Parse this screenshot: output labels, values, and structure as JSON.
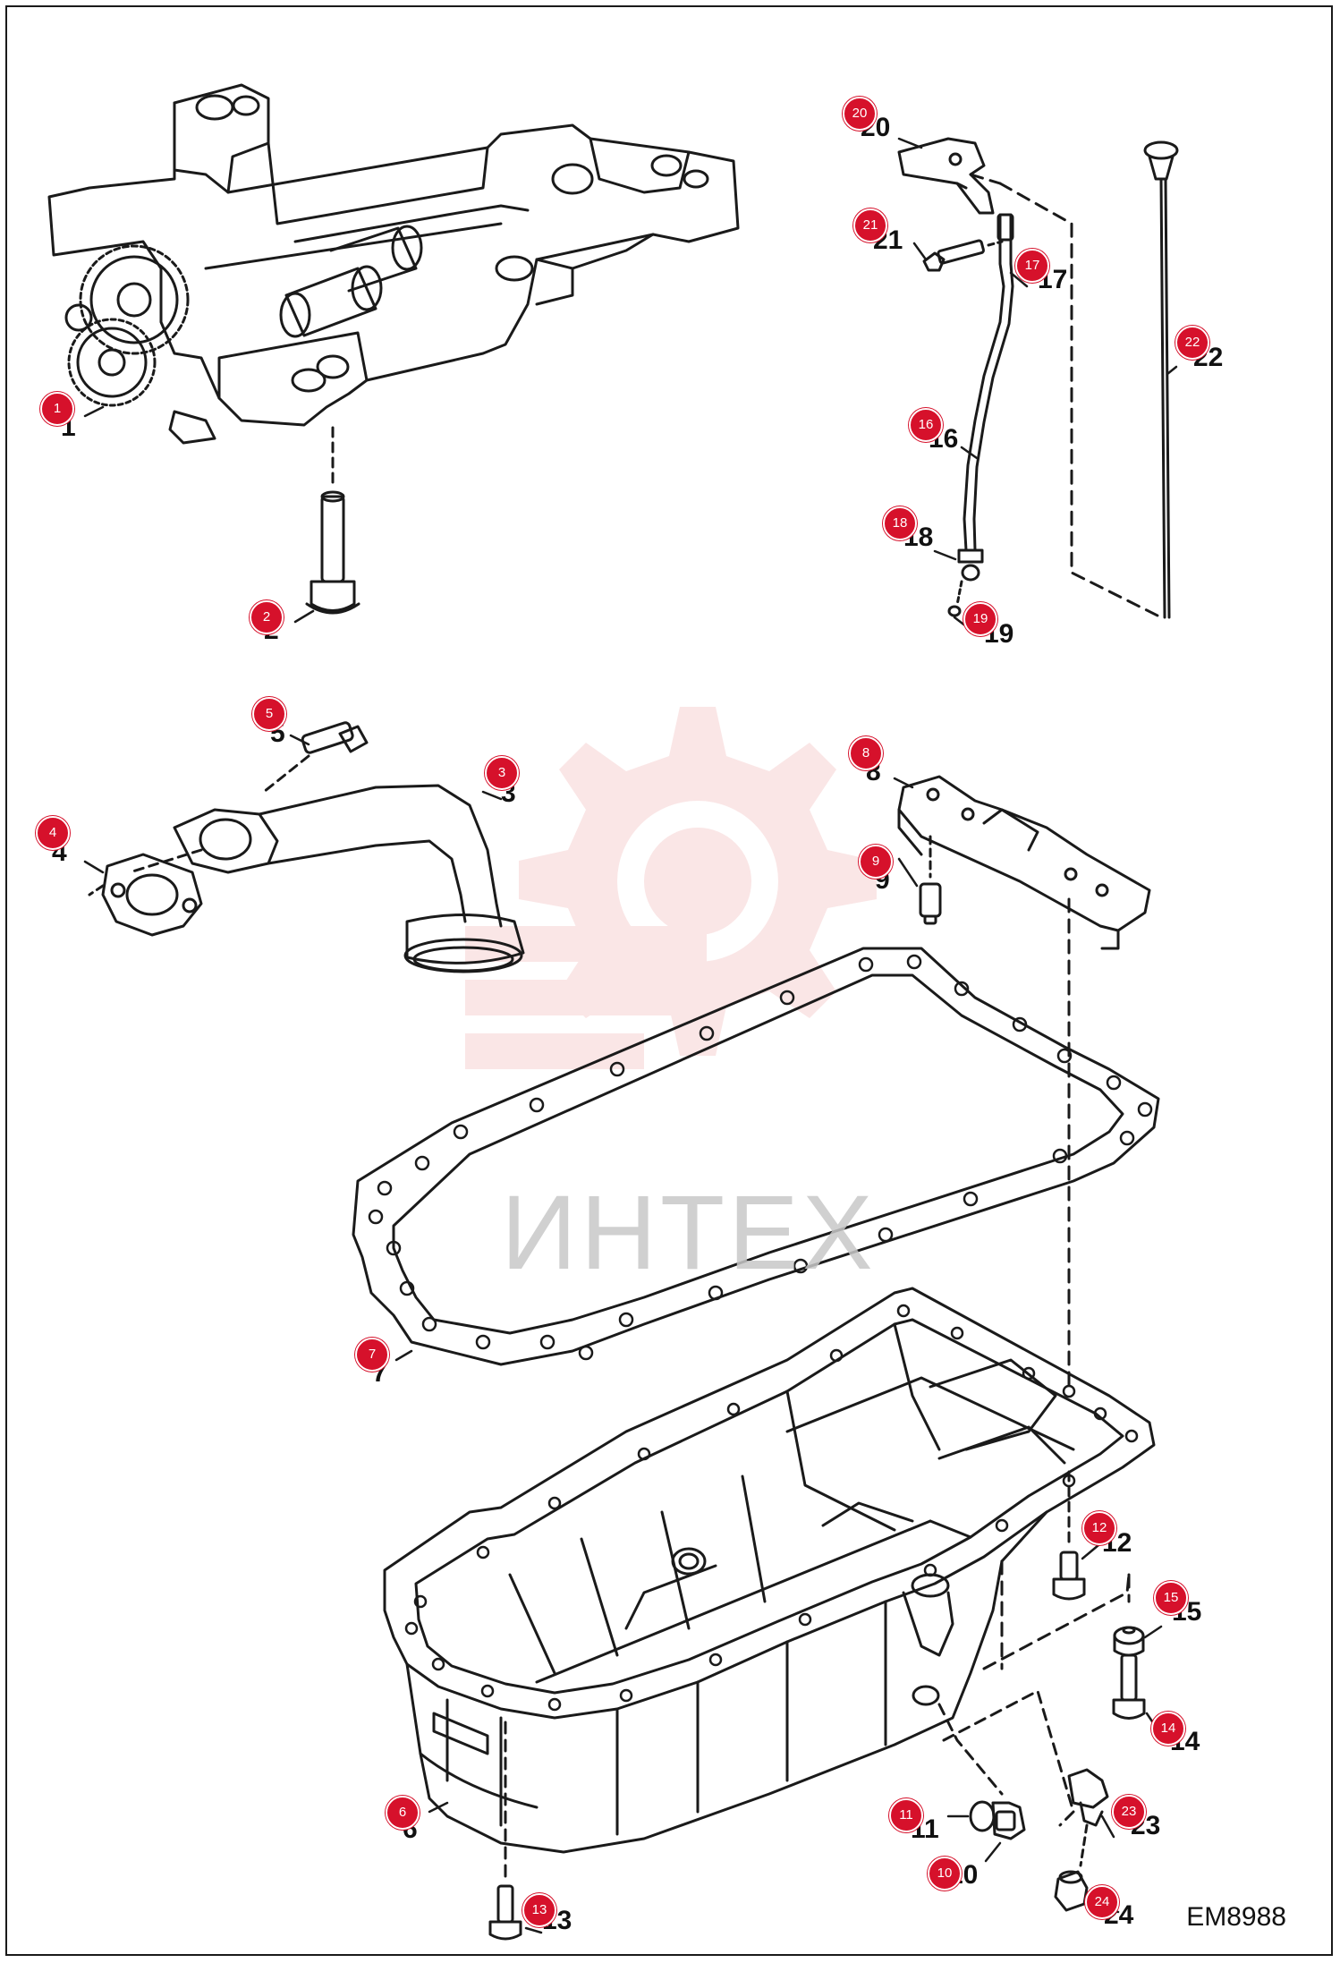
{
  "diagram": {
    "drawing_code": "EM8988",
    "watermark": "ИНТЕХ",
    "callouts": [
      {
        "label": "1",
        "number": "1"
      },
      {
        "label": "2",
        "number": "2"
      },
      {
        "label": "3",
        "number": "3"
      },
      {
        "label": "4",
        "number": "4"
      },
      {
        "label": "5",
        "number": "5"
      },
      {
        "label": "6",
        "number": "6"
      },
      {
        "label": "7",
        "number": "7"
      },
      {
        "label": "8",
        "number": "8"
      },
      {
        "label": "9",
        "number": "9"
      },
      {
        "label": "10",
        "number": "10"
      },
      {
        "label": "11",
        "number": "11"
      },
      {
        "label": "12",
        "number": "12"
      },
      {
        "label": "13",
        "number": "13"
      },
      {
        "label": "14",
        "number": "14"
      },
      {
        "label": "15",
        "number": "15"
      },
      {
        "label": "16",
        "number": "16"
      },
      {
        "label": "17",
        "number": "17"
      },
      {
        "label": "18",
        "number": "18"
      },
      {
        "label": "19",
        "number": "19"
      },
      {
        "label": "20",
        "number": "20"
      },
      {
        "label": "21",
        "number": "21"
      },
      {
        "label": "22",
        "number": "22"
      },
      {
        "label": "23",
        "number": "23"
      },
      {
        "label": "24",
        "number": "24"
      }
    ],
    "colors": {
      "callout": "#d6112b",
      "line": "#1a1a1a",
      "watermark": "#f2b8b8"
    }
  }
}
